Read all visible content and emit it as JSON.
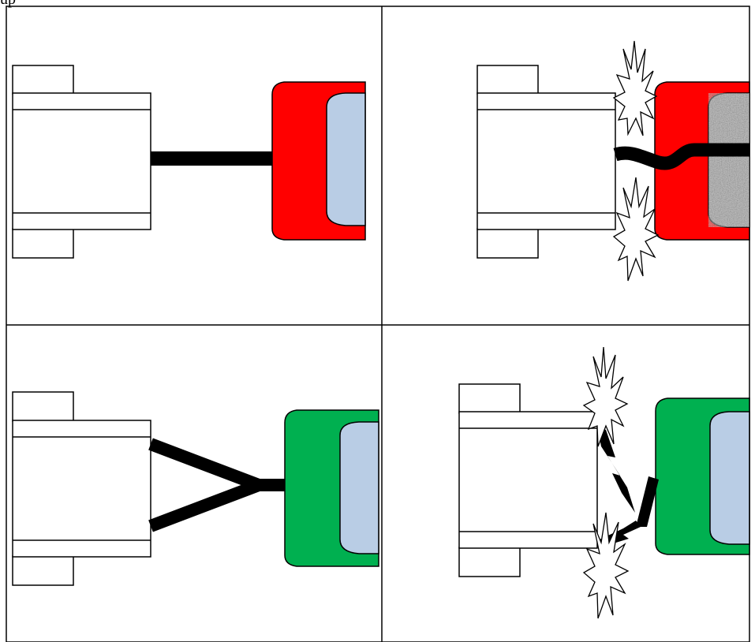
{
  "header_text": "up",
  "colors": {
    "line": "#000000",
    "background": "#ffffff",
    "red_cup": "#ff0000",
    "green_cup": "#00b050",
    "pad": "#b9cde5",
    "rough_pad": "#9a9a9a",
    "spark_fill": "#ffffff"
  },
  "panels": [
    {
      "name": "panel-top-left",
      "cup": "red",
      "link": "straight",
      "sparks": false,
      "pad": "smooth"
    },
    {
      "name": "panel-top-right",
      "cup": "red",
      "link": "wavy",
      "sparks": true,
      "pad": "rough"
    },
    {
      "name": "panel-bottom-left",
      "cup": "green",
      "link": "forked",
      "sparks": false,
      "pad": "smooth"
    },
    {
      "name": "panel-bottom-right",
      "cup": "green",
      "link": "broken",
      "sparks": true,
      "pad": "smooth"
    }
  ]
}
